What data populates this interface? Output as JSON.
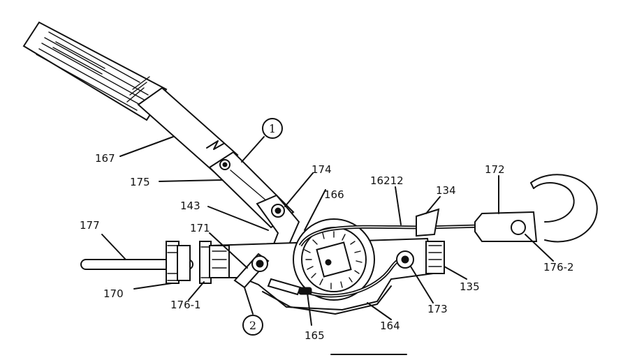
{
  "labels": {
    "l167": "167",
    "l175": "175",
    "l143": "143",
    "l171": "171",
    "l174": "174",
    "l166": "166",
    "l16212": "16212",
    "l134": "134",
    "l172": "172",
    "l177": "177",
    "l170": "170",
    "l1761": "176-1",
    "l1762": "176-2",
    "l135": "135",
    "l173": "173",
    "l164": "164",
    "l165": "165"
  },
  "callouts": {
    "c1": "1",
    "c2": "2"
  }
}
